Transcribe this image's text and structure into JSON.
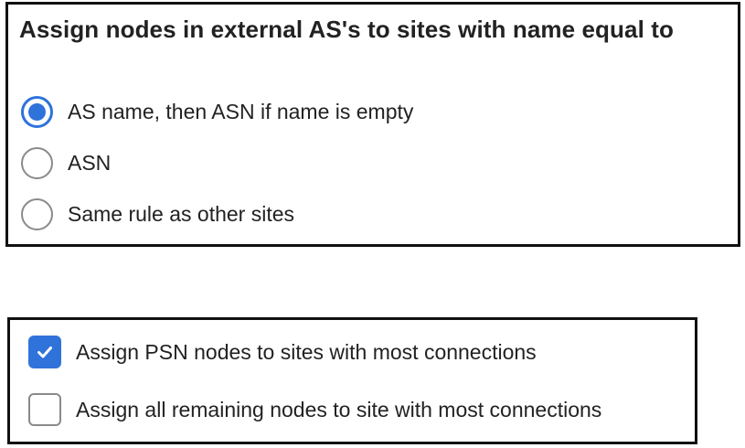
{
  "site_rule": {
    "title": "Assign nodes in external AS's to sites with name equal to",
    "options": [
      {
        "label": "AS name, then ASN if name is empty",
        "selected": true
      },
      {
        "label": "ASN",
        "selected": false
      },
      {
        "label": "Same rule as other sites",
        "selected": false
      }
    ]
  },
  "assignment": {
    "options": [
      {
        "label": "Assign PSN nodes to sites with most connections",
        "checked": true
      },
      {
        "label": "Assign all remaining nodes to site with most connections",
        "checked": false
      }
    ]
  },
  "colors": {
    "accent": "#2f73da",
    "border": "#111111",
    "control_border": "#8a8a8a",
    "text": "#222222"
  },
  "icons": {
    "checkmark": "checkmark-icon"
  }
}
